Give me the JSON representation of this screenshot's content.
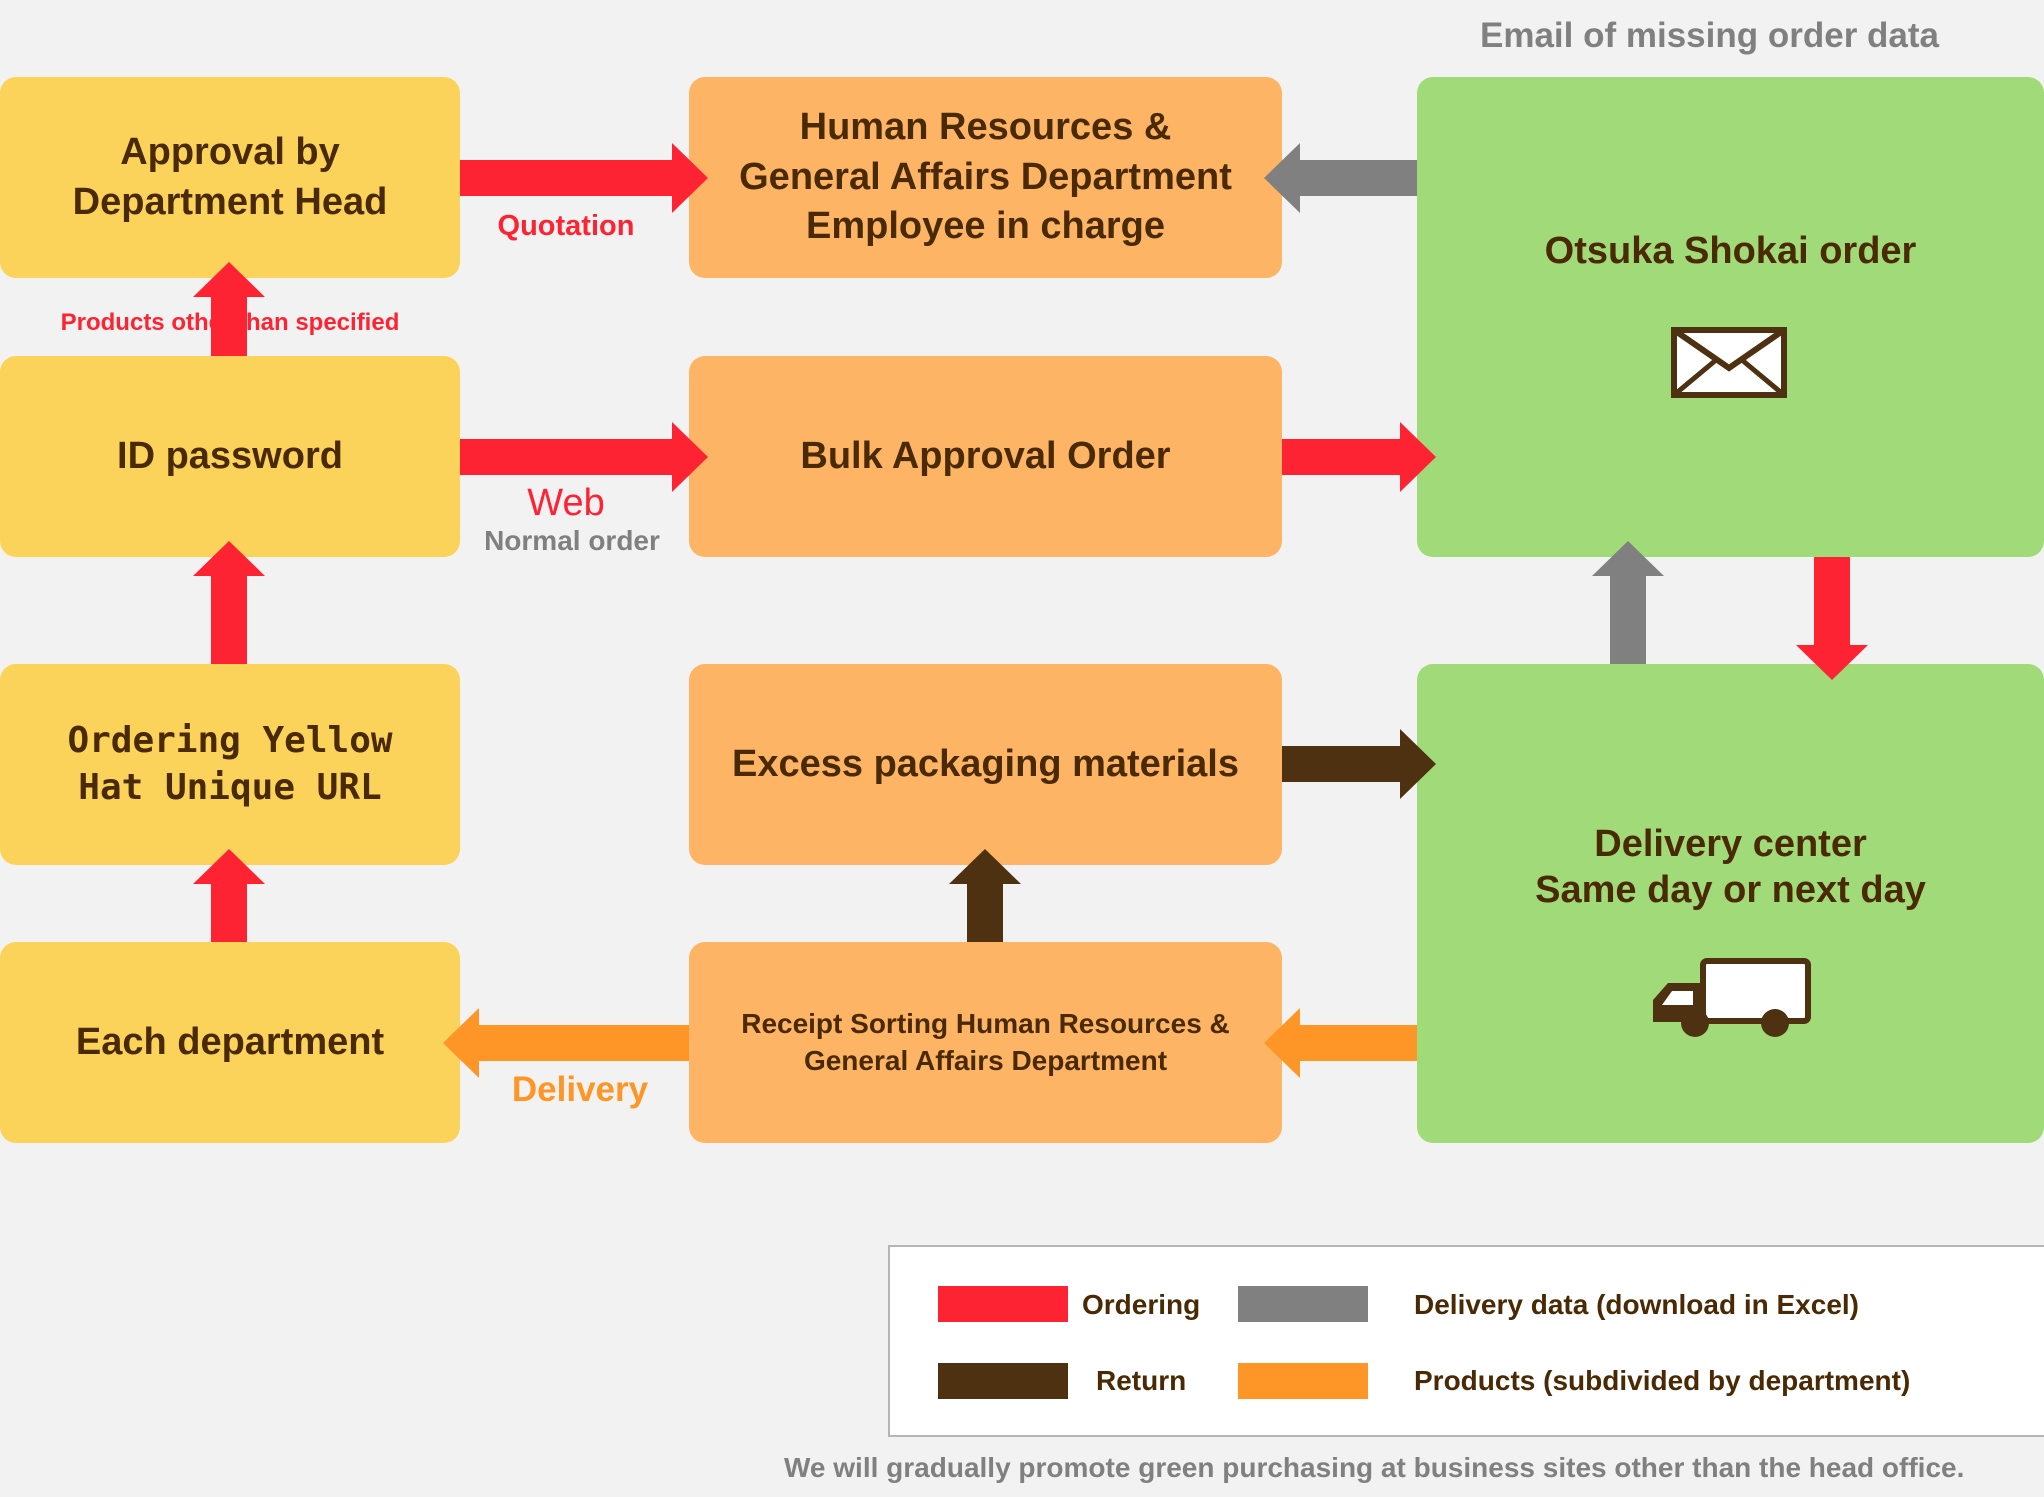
{
  "colors": {
    "ordering": "#fe2333",
    "delivery_data": "#808080",
    "return": "#4e3110",
    "products": "#fd9527",
    "box_yellow": "#fcd35a",
    "box_orange": "#feb465",
    "box_green": "#a1da78",
    "text_brown": "#4a2a05"
  },
  "header": {
    "email_missing": "Email of missing order data"
  },
  "nodes": {
    "approval_head": "Approval by\nDepartment Head",
    "id_password": "ID password",
    "ordering_url": "Ordering Yellow\nHat Unique URL",
    "each_department": "Each department",
    "hr_employee": "Human Resources &\nGeneral Affairs Department\nEmployee in charge",
    "bulk_approval": "Bulk Approval Order",
    "excess_packaging": "Excess packaging materials",
    "receipt_sorting": "Receipt Sorting Human Resources &\nGeneral Affairs Department",
    "otsuka_order": "Otsuka Shokai order",
    "delivery_center": "Delivery center\nSame day or next day"
  },
  "edge_labels": {
    "quotation": "Quotation",
    "products_other": "Products other than specified",
    "web": "Web",
    "normal_order": "Normal order",
    "delivery": "Delivery"
  },
  "icons": {
    "mail": "envelope-icon",
    "truck": "truck-icon"
  },
  "legend": {
    "ordering": "Ordering",
    "return": "Return",
    "delivery_data": "Delivery data (download in Excel)",
    "products": "Products (subdivided by department)"
  },
  "footer": "We will gradually promote green purchasing at business sites other than the head office."
}
